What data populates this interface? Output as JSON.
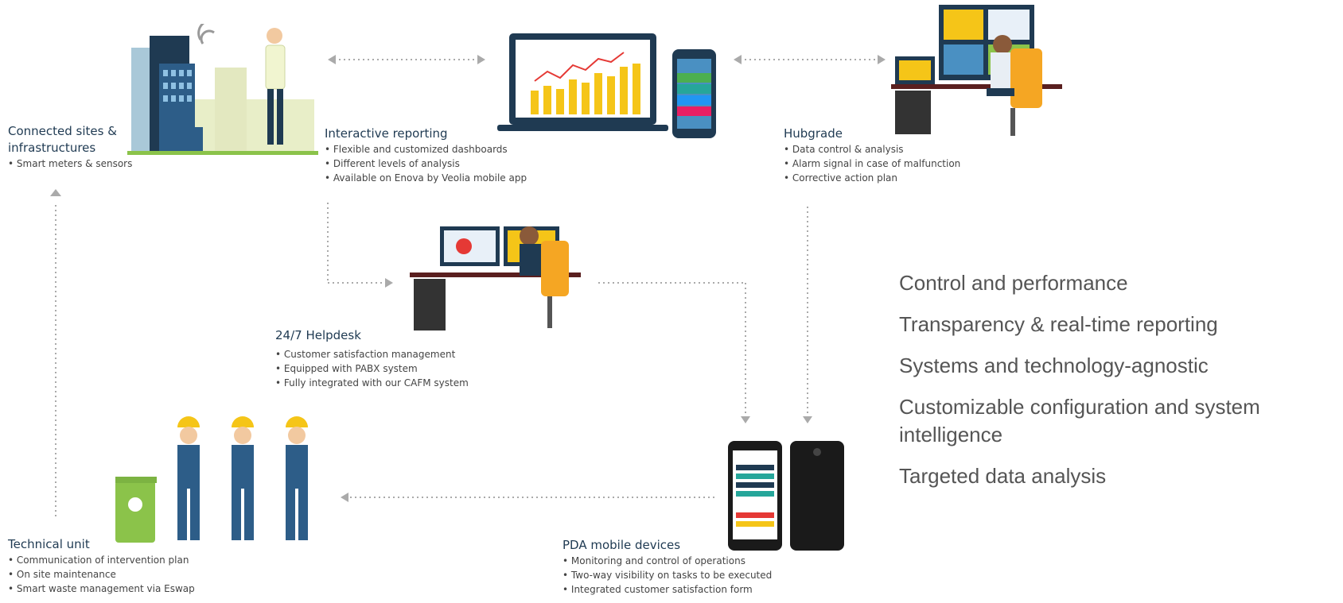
{
  "nodes": {
    "connected": {
      "title": "Connected sites & infrastructures",
      "bullets": [
        "Smart meters & sensors"
      ]
    },
    "reporting": {
      "title": "Interactive reporting",
      "bullets": [
        "Flexible and customized dashboards",
        "Different levels of analysis",
        "Available on Enova by Veolia mobile app"
      ]
    },
    "hubgrade": {
      "title": "Hubgrade",
      "bullets": [
        "Data control & analysis",
        "Alarm signal in case of malfunction",
        "Corrective action plan"
      ]
    },
    "helpdesk": {
      "title": "24/7 Helpdesk",
      "bullets": [
        "Customer satisfaction management",
        "Equipped with PABX system",
        "Fully integrated with our CAFM system"
      ]
    },
    "technical": {
      "title": "Technical unit",
      "bullets": [
        "Communication of intervention plan",
        "On site maintenance",
        "Smart waste management via Eswap"
      ]
    },
    "pda": {
      "title": "PDA mobile devices",
      "bullets": [
        "Monitoring and control of operations",
        "Two-way visibility on tasks to be executed",
        "Integrated customer satisfaction form"
      ]
    }
  },
  "benefits": [
    "Control and performance",
    "Transparency & real-time reporting",
    "Systems and technology-agnostic",
    "Customizable configuration and system intelligence",
    "Targeted data analysis"
  ],
  "colors": {
    "title": "#1f3a52",
    "dots": "#aaaaaa",
    "yellow": "#f5c518",
    "navy": "#1f3a52",
    "orange": "#f5a623",
    "green": "#8bc34a"
  }
}
